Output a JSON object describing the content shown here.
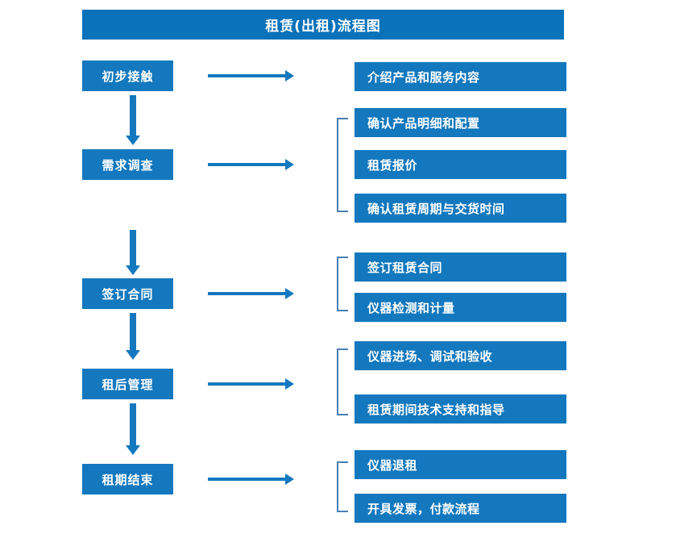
{
  "title": "租赁(出租)流程图",
  "colors": {
    "title_bar": "#0a72ba",
    "box": "#1378be",
    "arrow": "#1378be",
    "bracket": "#4a7fb5",
    "box_text": "#ffffff"
  },
  "stages": [
    {
      "label": "初步接触",
      "details": [
        "介绍产品和服务内容"
      ]
    },
    {
      "label": "需求调查",
      "details": [
        "确认产品明细和配置",
        "租赁报价",
        "确认租赁周期与交货时间"
      ]
    },
    {
      "label": "签订合同",
      "details": [
        "签订租赁合同",
        "仪器检测和计量"
      ]
    },
    {
      "label": "租后管理",
      "details": [
        "仪器进场、调试和验收",
        "租赁期间技术支持和指导"
      ]
    },
    {
      "label": "租期结束",
      "details": [
        "仪器退租",
        "开具发票，付款流程"
      ]
    }
  ]
}
